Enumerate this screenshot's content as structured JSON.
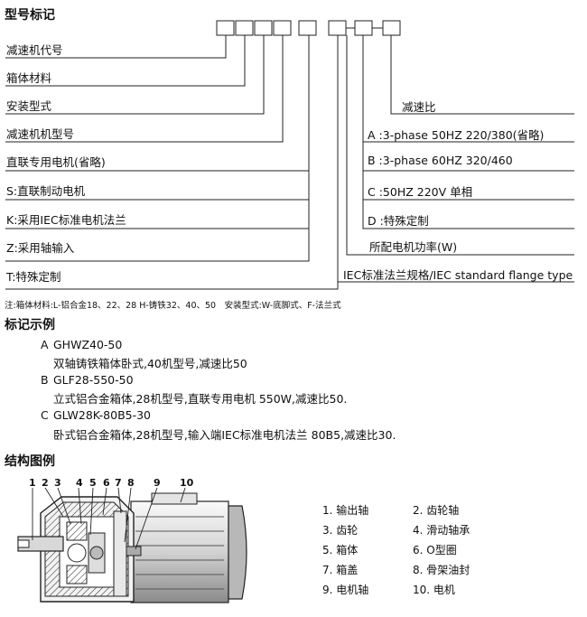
{
  "title_model": "型号标记",
  "left_labels": [
    "减速机代号",
    "箱体材料",
    "安装型式",
    "减速机机型号",
    "直联专用电机(省略)",
    "S:直联制动电机",
    "K:采用IEC标准电机法兰",
    "Z:采用轴输入",
    "T:特殊定制"
  ],
  "right_labels": [
    "减速比",
    "A :3-phase 50HZ 220/380(省略)",
    "B :3-phase 60HZ 320/460",
    "C :50HZ 220V 单相",
    "D :特殊定制",
    "所配电机功率(W)",
    "IEC标准法兰规格/IEC standard flange type"
  ],
  "note": "注:箱体材料:L-铝合金18、22、28 H-铸铁32、40、50　安装型式:W-底脚式、F-法兰式",
  "title_examples": "标记示例",
  "examples": [
    {
      "letter": "A",
      "code": "GHWZ40-50",
      "desc": "双轴铸铁箱体卧式,40机型号,减速比50"
    },
    {
      "letter": "B",
      "code": "GLF28-550-50",
      "desc": "立式铝合金箱体,28机型号,直联专用电机 550W,减速比50."
    },
    {
      "letter": "C",
      "code": "GLW28K-80B5-30",
      "desc": "卧式铝合金箱体,28机型号,输入端IEC标准电机法兰 80B5,减速比30."
    }
  ],
  "title_structure": "结构图例",
  "callout_numbers": [
    "1",
    "2",
    "3",
    "4",
    "5",
    "6",
    "7",
    "8",
    "9",
    "10"
  ],
  "parts": [
    "1. 输出轴",
    "2. 齿轮轴",
    "3. 齿轮",
    "4. 滑动轴承",
    "5. 箱体",
    "6. O型圈",
    "7. 箱盖",
    "8. 骨架油封",
    "9. 电机轴",
    "10. 电机"
  ]
}
